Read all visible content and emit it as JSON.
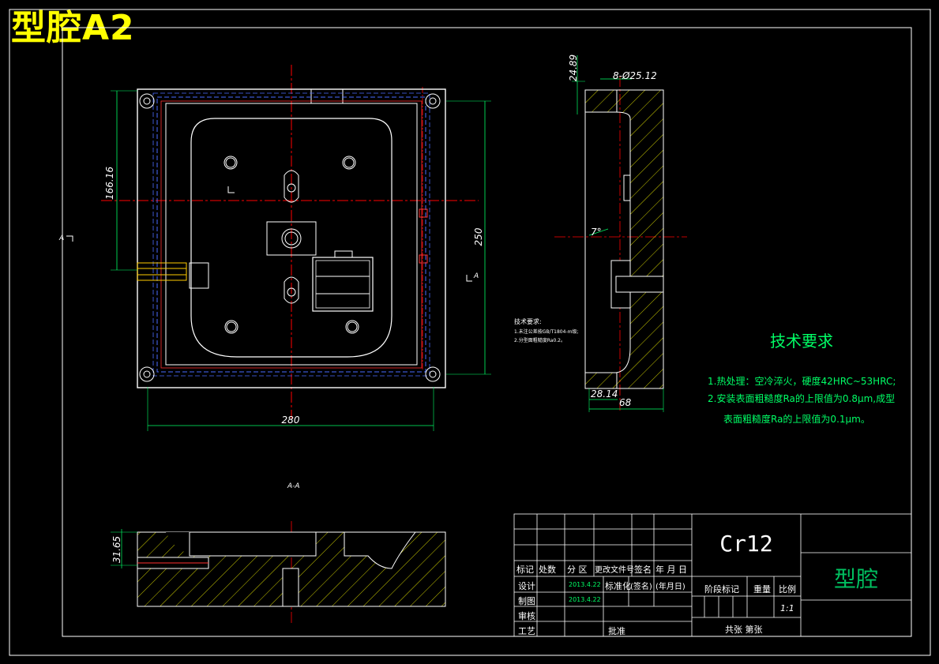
{
  "drawing": {
    "title": "型腔A2",
    "section_label": "A-A",
    "section_mark": "A",
    "dims_top_view": {
      "height_offset": "166.16",
      "height_total": "250",
      "width_total": "280"
    },
    "dims_side_view": {
      "top": "24.89",
      "hole": "8-Ø25.12",
      "angle": "7°",
      "bottom_left": "28.14",
      "bottom_total": "68"
    },
    "dims_section": {
      "depth": "31.65"
    },
    "small_note": {
      "title": "技术要求:",
      "line1": "1.未注公差按GB/T1804-m级;",
      "line2": "2.分型面粗糙度Ra0.2。"
    },
    "tech_requirements": {
      "title": "技术要求",
      "line1": "1.热处理：空冷淬火，硬度42HRC~53HRC;",
      "line2": "2.安装表面粗糙度Ra的上限值为0.8μm,成型",
      "line3": "表面粗糙度Ra的上限值为0.1μm。"
    }
  },
  "title_block": {
    "material": "Cr12",
    "part_name": "型腔",
    "header": {
      "mark": "标记",
      "count": "处数",
      "zone": "分  区",
      "doc": "更改文件号",
      "sign": "签名",
      "date": "年 月 日"
    },
    "design": "设计",
    "design_date": "2013.4.22",
    "standard": "标准化",
    "sign_paren": "(签名)",
    "date_paren": "(年月日)",
    "draw": "制图",
    "draw_date": "2013.4.22",
    "review": "审核",
    "process": "工艺",
    "approve": "批准",
    "stage": "阶段标记",
    "weight": "重量",
    "scale_label": "比例",
    "scale": "1:1",
    "sheets": "共张  第张"
  },
  "colors": {
    "line": "#ffffff",
    "center": "#ff0000",
    "hidden": "#4a6cff",
    "hatch": "#ffff00",
    "text": "#00ff66",
    "title": "#ffff00"
  }
}
